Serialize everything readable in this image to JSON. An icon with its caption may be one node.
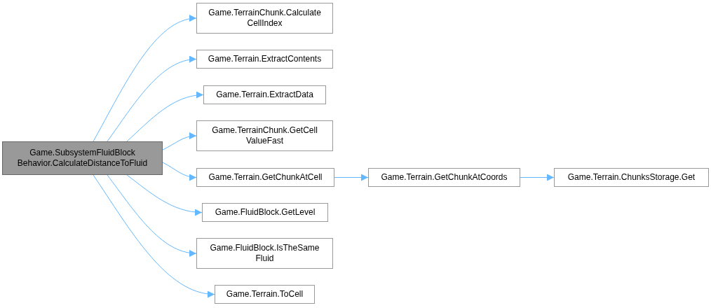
{
  "diagram": {
    "nodes": [
      {
        "text": [
          "Game.SubsystemFluidBlock Behavior.CalculateDistanceToFluid"
        ]
      },
      {
        "text": [
          "Game.TerrainChunk.Calculate CellIndex"
        ]
      },
      {
        "text": [
          "Game.Terrain.ExtractContents"
        ]
      },
      {
        "text": [
          "Game.Terrain.ExtractData"
        ]
      },
      {
        "text": [
          "Game.TerrainChunk.GetCell ValueFast"
        ]
      },
      {
        "text": [
          "Game.Terrain.GetChunkAtCell"
        ]
      },
      {
        "text": [
          "Game.FluidBlock.GetLevel"
        ]
      },
      {
        "text": [
          "Game.FluidBlock.IsTheSame Fluid"
        ]
      },
      {
        "text": [
          "Game.Terrain.ToCell"
        ]
      },
      {
        "text": [
          "Game.Terrain.GetChunkAtCoords"
        ]
      },
      {
        "text": [
          "Game.Terrain.ChunksStorage.Get"
        ]
      }
    ],
    "edges": [
      {
        "from": 0,
        "to": 1,
        "arrow": "to"
      },
      {
        "from": 0,
        "to": 2,
        "arrow": "to"
      },
      {
        "from": 0,
        "to": 3,
        "arrow": "to"
      },
      {
        "from": 0,
        "to": 4,
        "arrow": "to"
      },
      {
        "from": 0,
        "to": 5,
        "arrow": "to"
      },
      {
        "from": 0,
        "to": 6,
        "arrow": "to"
      },
      {
        "from": 0,
        "to": 7,
        "arrow": "to"
      },
      {
        "from": 0,
        "to": 8,
        "arrow": "to"
      },
      {
        "from": 5,
        "to": 9,
        "arrow": "to"
      },
      {
        "from": 9,
        "to": 10,
        "arrow": "to"
      }
    ]
  }
}
